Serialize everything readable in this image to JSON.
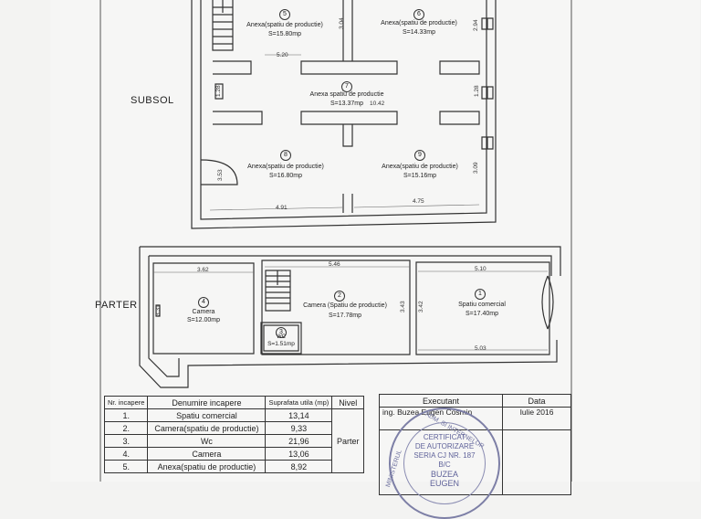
{
  "levels": {
    "basement": "SUBSOL",
    "ground": "PARTER"
  },
  "rooms": {
    "r5": {
      "num": "5",
      "name": "Anexa(spatiu de productie)",
      "area": "S=15.80mp"
    },
    "r6": {
      "num": "6",
      "name": "Anexa(spatiu de productie)",
      "area": "S=14.33mp"
    },
    "r7": {
      "num": "7",
      "name": "Anexa spatiu de productie",
      "area": "S=13.37mp"
    },
    "r8": {
      "num": "8",
      "name": "Anexa(spatiu de productie)",
      "area": "S=16.80mp"
    },
    "r9": {
      "num": "9",
      "name": "Anexa(spatiu de productie)",
      "area": "S=15.16mp"
    },
    "r4": {
      "num": "4",
      "name": "Camera",
      "area": "S=12.00mp"
    },
    "r2": {
      "num": "2",
      "name": "Camera  (Spatiu de productie)",
      "area": "S=17.78mp"
    },
    "r3": {
      "num": "3",
      "name": "WC",
      "area": "S=1.51mp"
    },
    "r1": {
      "num": "1",
      "name": "Spatiu comercial",
      "area": "S=17.40mp"
    }
  },
  "dimensions": {
    "d304": "3.04",
    "d294": "2.94",
    "d520": "5.20",
    "d128a": "1.28",
    "d128b": "1.28",
    "d1042": "10.42",
    "d353": "3.53",
    "d309": "3.09",
    "d491": "4.91",
    "d475": "4.75",
    "d362": "3.62",
    "d546": "5.46",
    "d510": "5.10",
    "d331": "3.31",
    "d343": "3.43",
    "d342": "3.42",
    "d503": "5.03"
  },
  "room_table": {
    "headers": [
      "Nr. incapere",
      "Denumire incapere",
      "Suprafata utila (mp)",
      "Nivel"
    ],
    "rows": [
      [
        "1.",
        "Spatiu comercial",
        "13,14"
      ],
      [
        "2.",
        "Camera(spatiu de productie)",
        "9,33"
      ],
      [
        "3.",
        "Wc",
        "21,96"
      ],
      [
        "4.",
        "Camera",
        "13,06"
      ],
      [
        "5.",
        "Anexa(spatiu de productie)",
        "8,92"
      ]
    ],
    "level_value": "Parter"
  },
  "executant": {
    "headers": [
      "Executant",
      "Data"
    ],
    "name": "ing. Buzea Eugen Cosmin",
    "date": "Iulie 2016"
  },
  "stamp": {
    "line1": "CERTIFICAT",
    "line2": "DE AUTORIZARE",
    "line3": "SERIA CJ NR. 187",
    "line4": "B/C",
    "line5": "BUZEA",
    "line6": "EUGEN",
    "ring_left": "MINISTERUL",
    "ring_top": "ADM. SI INTERNELOR"
  }
}
